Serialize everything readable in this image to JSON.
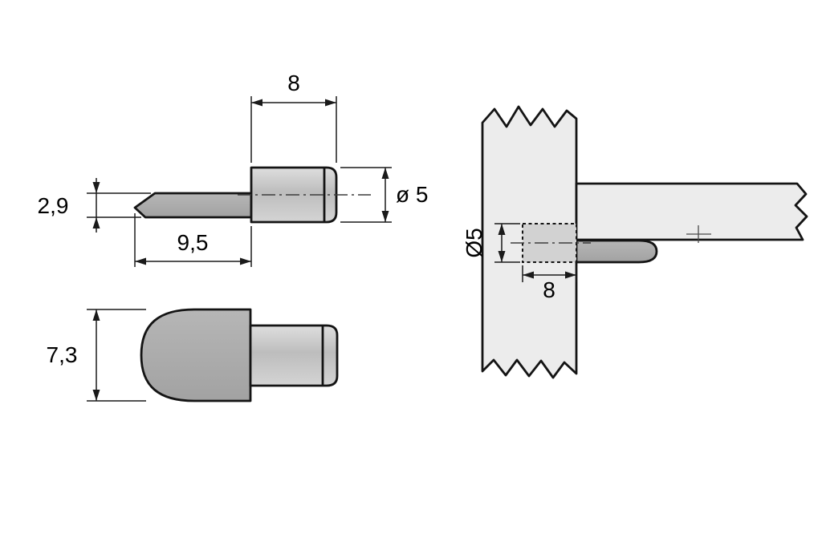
{
  "drawing": {
    "title": "shelf-support-pin-technical-drawing",
    "colors": {
      "background": "#ffffff",
      "tongue_fill": "#aaaaaa",
      "pin_fill": "#c9c9c9",
      "board_fill": "#ececec",
      "outline": "#141414",
      "dimension": "#1a1a1a"
    },
    "side_view": {
      "pin_length_label": "8",
      "tongue_thickness_label": "2,9",
      "tongue_length_label": "9,5",
      "pin_diameter_label": "ø 5"
    },
    "top_view": {
      "body_width_label": "7,3"
    },
    "installation_view": {
      "hole_diameter_label": "Ø5",
      "insertion_depth_label": "8"
    }
  }
}
